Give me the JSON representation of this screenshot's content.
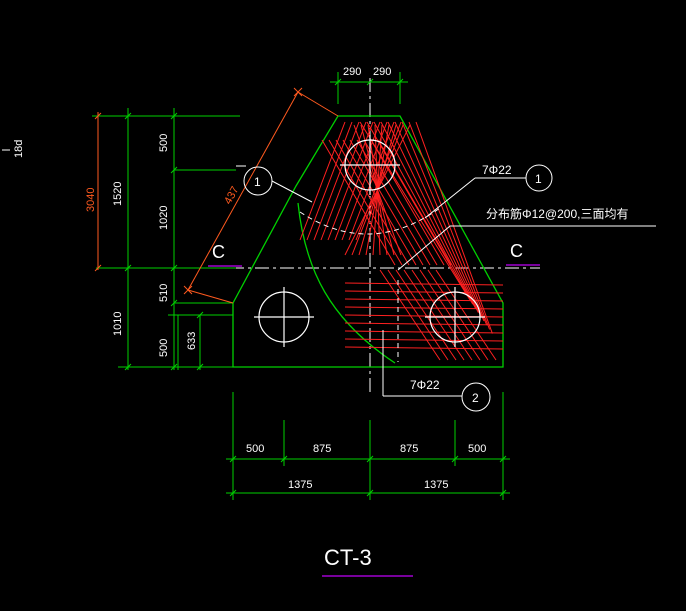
{
  "colors": {
    "background": "#000000",
    "outline": "#00d000",
    "rebar": "#ff2020",
    "dimension_text": "#ffffff",
    "slant_dimension": "#ff5a1f",
    "section_underline": "#a000d0",
    "leader": "#ffffff"
  },
  "side_text": "18d",
  "top_dims": [
    "290",
    "290"
  ],
  "left_dims": {
    "total_top": "3040",
    "upper_total": "1520",
    "upper_a": "500",
    "upper_b": "1020",
    "lower_total": "1010",
    "lower_a": "510",
    "lower_b": "500",
    "lower_c": "633"
  },
  "slant_dim": "437",
  "section_marks": {
    "left": "C",
    "right": "C"
  },
  "callouts": {
    "left_circle": "1",
    "right_circle": "1",
    "bottom_circle": "2",
    "right_rebar": "7Φ22",
    "bottom_rebar": "7Φ22",
    "distribution_note": "分布筋Φ12@200,三面均有"
  },
  "bottom_dims_row1": [
    "500",
    "875",
    "875",
    "500"
  ],
  "bottom_dims_row2": [
    "1375",
    "1375"
  ],
  "title": "CT-3"
}
